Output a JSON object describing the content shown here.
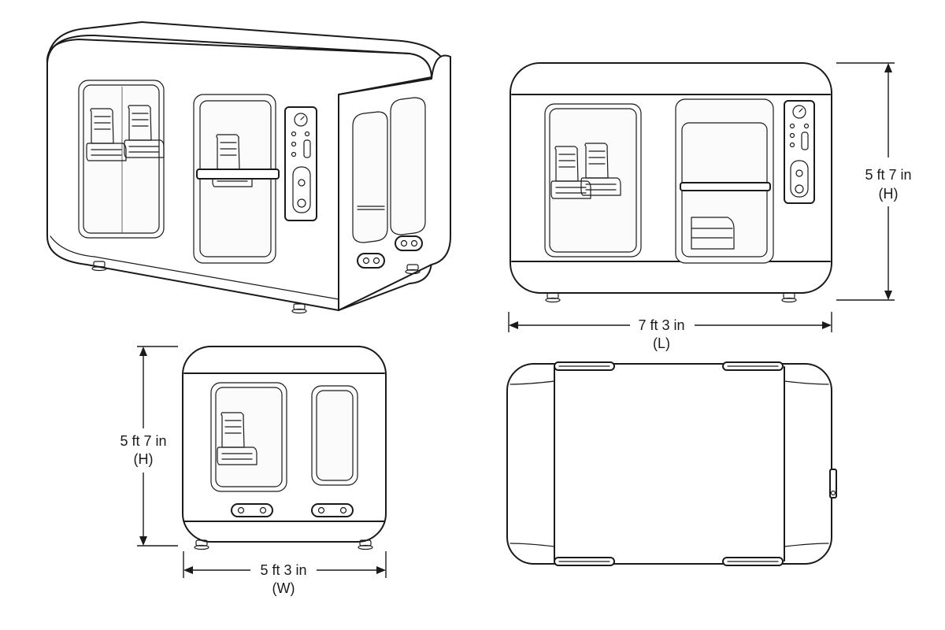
{
  "figure": {
    "views": [
      "isometric",
      "front",
      "side",
      "top"
    ]
  },
  "dimensions": {
    "front_height": {
      "value": "5 ft 7 in",
      "axis": "(H)"
    },
    "front_length": {
      "value": "7 ft 3 in",
      "axis": "(L)"
    },
    "side_height": {
      "value": "5 ft 7 in",
      "axis": "(H)"
    },
    "side_width": {
      "value": "5 ft 3 in",
      "axis": "(W)"
    }
  },
  "colors": {
    "line": "#1a1a1a",
    "background": "#ffffff"
  }
}
